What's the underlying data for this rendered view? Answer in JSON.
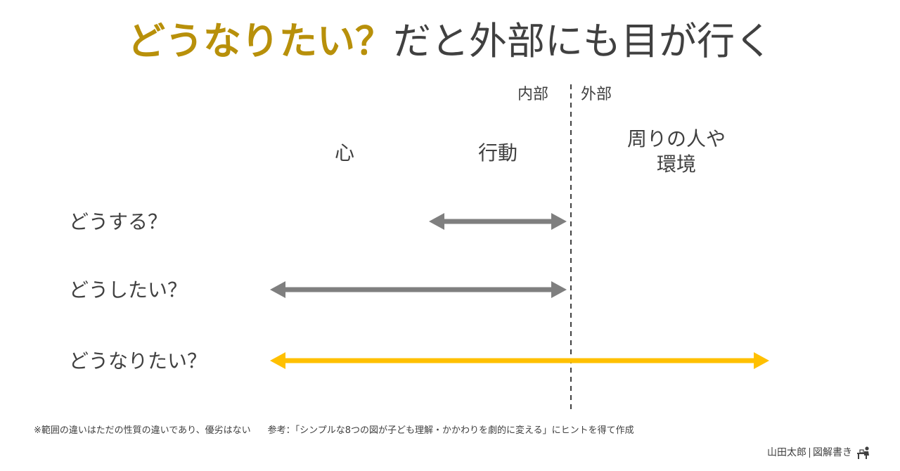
{
  "title": {
    "highlight": "どうなりたい？",
    "rest": "だと外部にも目が行く"
  },
  "sections": {
    "inner_label": "内部",
    "outer_label": "外部"
  },
  "columns": {
    "heart": "心",
    "action": "行動",
    "surroundings_line1": "周りの人や",
    "surroundings_line2": "環境"
  },
  "rows": [
    {
      "label": "どうする？"
    },
    {
      "label": "どうしたい？"
    },
    {
      "label": "どうなりたい？"
    }
  ],
  "footnote": {
    "note": "※範囲の違いはただの性質の違いであり、優劣はない",
    "reference": "参考：「シンプルな8つの図が子ども理解・かかわりを劇的に変える」にヒントを得て作成"
  },
  "credit": {
    "author": "山田太郎",
    "site": "図解書き"
  },
  "colors": {
    "highlight": "#b8900a",
    "arrow_gray": "#7f7f7f",
    "arrow_gold": "#ffc000",
    "text": "#404040"
  }
}
